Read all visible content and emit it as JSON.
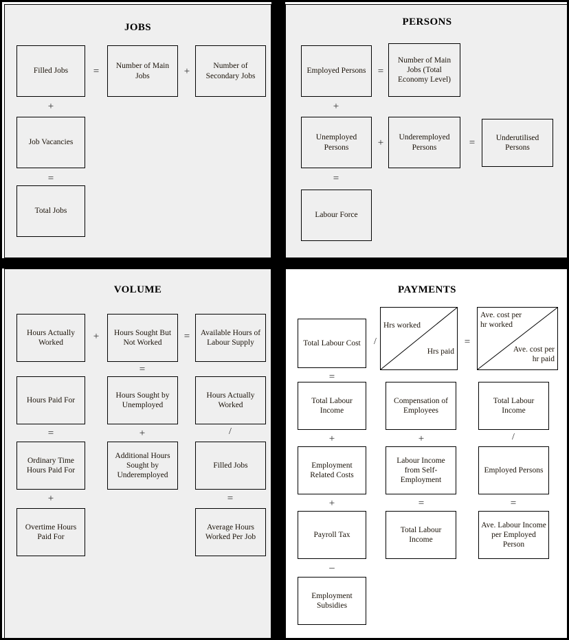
{
  "figure": {
    "type": "diagram",
    "layout": "2x2 quadrant framework of labour market statistics identities"
  },
  "quadrants": {
    "jobs": {
      "title": "JOBS",
      "boxes": {
        "filled_jobs": "Filled Jobs",
        "number_of_main_jobs": "Number of Main Jobs",
        "number_of_secondary_jobs": "Number of Secondary Jobs",
        "job_vacancies": "Job Vacancies",
        "total_jobs": "Total Jobs"
      },
      "operators": {
        "equals_1": "=",
        "plus_1": "+",
        "plus_2": "+",
        "equals_2": "="
      }
    },
    "persons": {
      "title": "PERSONS",
      "boxes": {
        "employed_persons": "Employed Persons",
        "number_of_main_jobs_total_economy": "Number of Main Jobs (Total Economy Level)",
        "unemployed_persons": "Unemployed Persons",
        "underemployed_persons": "Underemployed Persons",
        "underutilised_persons": "Underutilised Persons",
        "labour_force": "Labour Force"
      },
      "operators": {
        "equals_1": "=",
        "plus_1": "+",
        "plus_2": "+",
        "equals_2": "=",
        "equals_3": "="
      }
    },
    "volume": {
      "title": "VOLUME",
      "boxes": {
        "hours_actually_worked": "Hours Actually Worked",
        "hours_sought_but_not_worked": "Hours Sought But Not Worked",
        "available_hours_of_labour_supply": "Available Hours of Labour Supply",
        "hours_paid_for": "Hours Paid For",
        "hours_sought_by_unemployed": "Hours Sought by Unemployed",
        "hours_actually_worked_2": "Hours Actually Worked",
        "ordinary_time_hours_paid_for": "Ordinary Time Hours Paid For",
        "additional_hours_sought_by_underemployed": "Additional Hours Sought by Underemployed",
        "filled_jobs": "Filled Jobs",
        "overtime_hours_paid_for": "Overtime Hours Paid For",
        "average_hours_worked_per_job": "Average Hours Worked Per Job"
      },
      "operators": {
        "plus_row1": "+",
        "equals_row1": "=",
        "equals_col1_a": "=",
        "equals_col2_a": "=",
        "plus_col2_b": "+",
        "slash_col3_a": "/",
        "plus_col1_b": "+",
        "equals_col3_b": "="
      }
    },
    "payments": {
      "title": "PAYMENTS",
      "boxes": {
        "total_labour_cost": "Total Labour Cost",
        "total_labour_income_col1": "Total Labour Income",
        "employment_related_costs": "Employment Related Costs",
        "payroll_tax": "Payroll Tax",
        "employment_subsidies": "Employment Subsidies",
        "compensation_of_employees": "Compensation of Employees",
        "labour_income_from_self_employment": "Labour Income from Self-Employment",
        "total_labour_income_col2": "Total Labour Income",
        "total_labour_income_col3": "Total Labour Income",
        "employed_persons": "Employed Persons",
        "ave_labour_income_per_employed_person": "Ave. Labour Income per Employed Person"
      },
      "split_boxes": {
        "hours": {
          "top_left": "Hrs worked",
          "bottom_right": "Hrs paid"
        },
        "ave_cost": {
          "top_left": "Ave. cost per\nhr worked",
          "bottom_right": "Ave. cost per\nhr paid"
        }
      },
      "operators": {
        "slash_1": "/",
        "equals_1": "=",
        "equals_col1_a": "=",
        "plus_col1_b": "+",
        "plus_col1_c": "+",
        "minus_col1_d": "–",
        "plus_col2_b": "+",
        "equals_col2_c": "=",
        "slash_col3_b": "/",
        "equals_col3_c": "="
      }
    }
  },
  "colors": {
    "panel_gray": "#efefef",
    "panel_white": "#ffffff",
    "frame": "#000000",
    "text": "#1a1208"
  }
}
